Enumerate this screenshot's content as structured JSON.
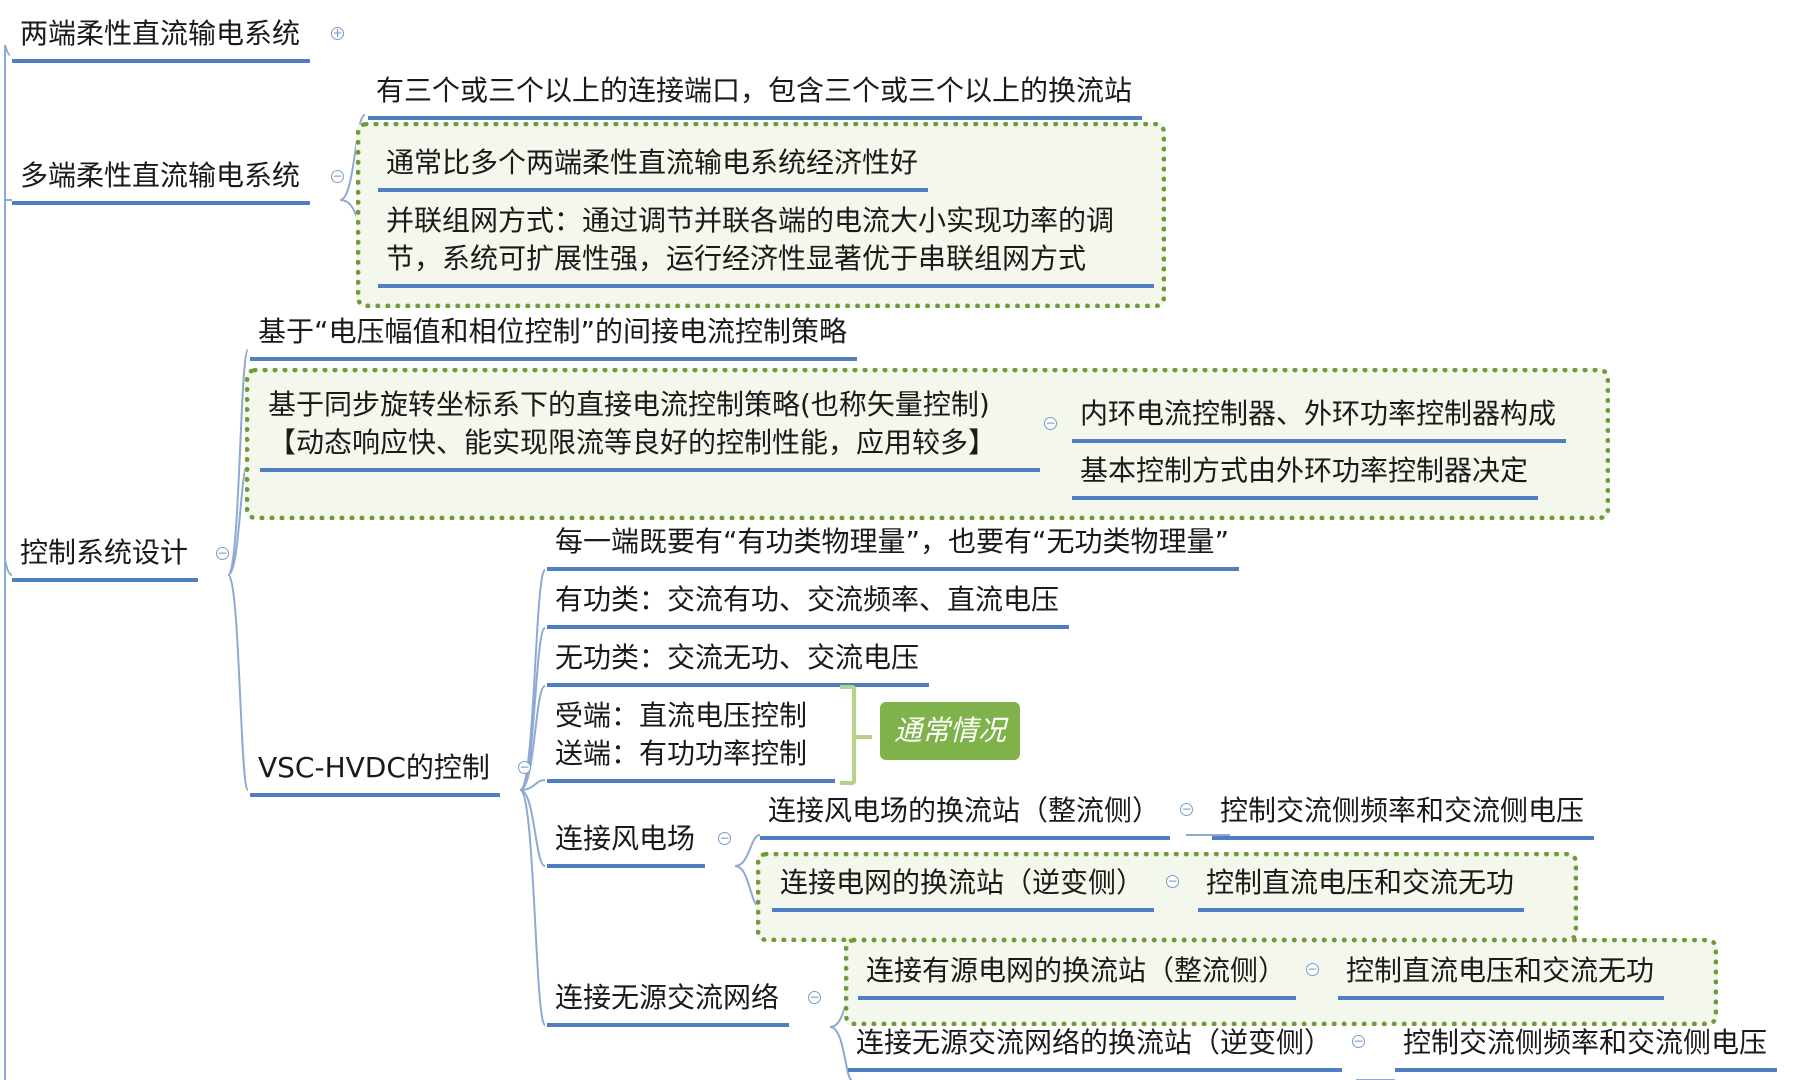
{
  "colors": {
    "branch_line": "#4f7fc2",
    "connector": "#8eaad3",
    "group_border": "#6f9a3a",
    "group_fill": "#f4f7ec",
    "tag_fill": "#7fb24a"
  },
  "nodes": {
    "two_terminal": "两端柔性直流输电系统",
    "multi_terminal": "多端柔性直流输电系统",
    "multi_def": "有三个或三个以上的连接端口，包含三个或三个以上的换流站",
    "multi_econ": "通常比多个两端柔性直流输电系统经济性好",
    "parallel_line1": "并联组网方式：通过调节并联各端的电流大小实现功率的调",
    "parallel_line2": "节，系统可扩展性强，运行经济性显著优于串联组网方式",
    "control_design": "控制系统设计",
    "indirect_control": "基于“电压幅值和相位控制”的间接电流控制策略",
    "direct_line1": "基于同步旋转坐标系下的直接电流控制策略(也称矢量控制)",
    "direct_line2": "【动态响应快、能实现限流等良好的控制性能，应用较多】",
    "inner_loop": "内环电流控制器、外环功率控制器构成",
    "basic_mode": "基本控制方式由外环功率控制器决定",
    "vsc_hvdc": "VSC-HVDC的控制",
    "each_end": "每一端既要有“有功类物理量”，也要有“无功类物理量”",
    "active": "有功类：交流有功、交流频率、直流电压",
    "reactive": "无功类：交流无功、交流电压",
    "receiving": "受端：直流电压控制",
    "sending": "送端：有功功率控制",
    "usual_tag": "通常情况",
    "wind_farm": "连接风电场",
    "wind_rectifier": "连接风电场的换流站（整流侧）",
    "wind_rect_ctrl": "控制交流侧频率和交流侧电压",
    "grid_inverter": "连接电网的换流站（逆变侧）",
    "grid_inv_ctrl": "控制直流电压和交流无功",
    "passive_net": "连接无源交流网络",
    "active_grid_rect": "连接有源电网的换流站（整流侧）",
    "active_grid_ctrl": "控制直流电压和交流无功",
    "passive_inverter": "连接无源交流网络的换流站（逆变侧）",
    "passive_inv_ctrl": "控制交流侧频率和交流侧电压"
  },
  "icons": {
    "expand": "+",
    "collapse": "−"
  }
}
